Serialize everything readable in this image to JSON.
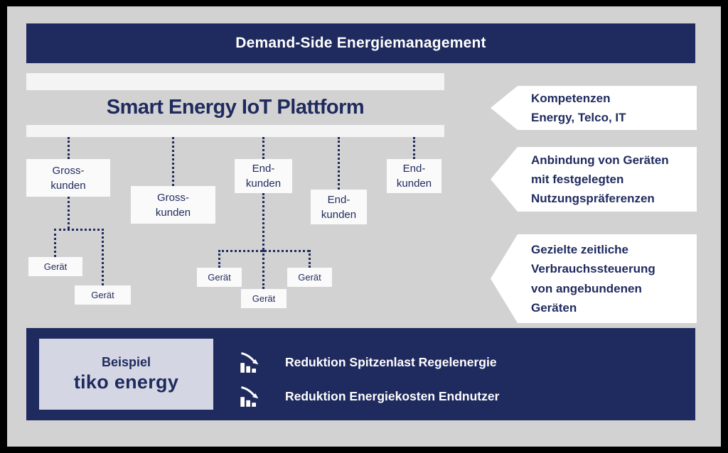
{
  "colors": {
    "navy": "#1F2A5E",
    "bg": "#D2D2D2",
    "example-bg": "#D4D7E3",
    "frame": "#000000"
  },
  "header": {
    "title": "Demand-Side Energiemanagement"
  },
  "platform": {
    "title": "Smart Energy IoT Plattform"
  },
  "customers": [
    {
      "label": "Gross-\nkunden"
    },
    {
      "label": "Gross-\nkunden"
    },
    {
      "label": "End-\nkunden"
    },
    {
      "label": "End-\nkunden"
    },
    {
      "label": "End-\nkunden"
    }
  ],
  "devices": [
    {
      "label": "Gerät"
    },
    {
      "label": "Gerät"
    },
    {
      "label": "Gerät"
    },
    {
      "label": "Gerät"
    },
    {
      "label": "Gerät"
    }
  ],
  "callouts": [
    {
      "text": "Kompetenzen\nEnergy, Telco, IT"
    },
    {
      "text": "Anbindung von Geräten\nmit festgelegten\nNutzungspräferenzen"
    },
    {
      "text": "Gezielte zeitliche\nVerbrauchssteuerung\nvon angebundenen\nGeräten"
    }
  ],
  "footer": {
    "example_label": "Beispiel",
    "brand": "tiko energy",
    "benefits": [
      {
        "text": "Reduktion Spitzenlast Regelenergie"
      },
      {
        "text": "Reduktion Energiekosten Endnutzer"
      }
    ]
  }
}
